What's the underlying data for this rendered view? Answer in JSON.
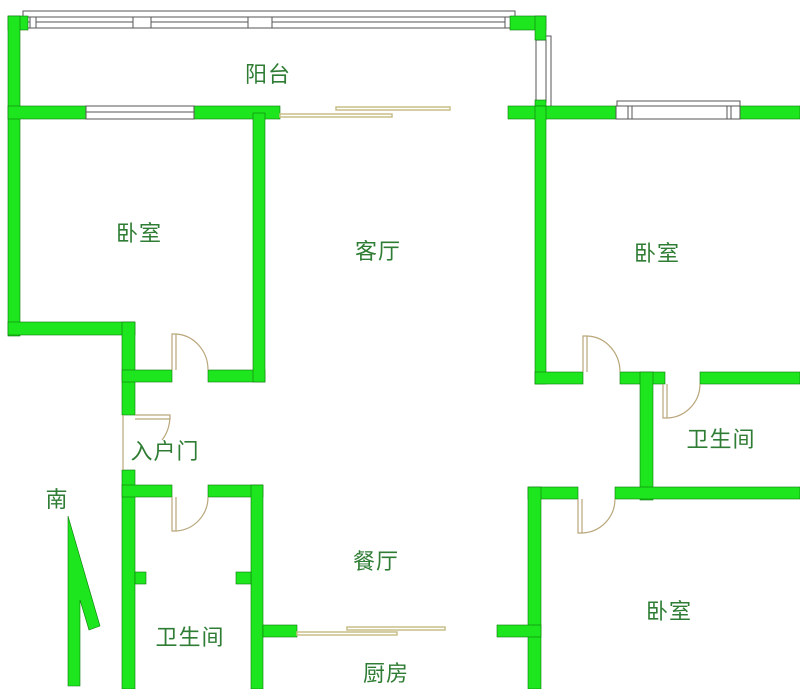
{
  "rooms": {
    "balcony": "阳台",
    "bedroom_nw": "卧室",
    "living_room": "客厅",
    "bedroom_ne": "卧室",
    "bathroom_e": "卫生间",
    "entrance": "入户门",
    "dining_room": "餐厅",
    "bathroom_w": "卫生间",
    "bedroom_se": "卧室",
    "kitchen": "厨房"
  },
  "compass": {
    "label": "南"
  },
  "colors": {
    "wall": "#1ee61e",
    "label": "#2f7d34",
    "door": "#b9a77a"
  }
}
